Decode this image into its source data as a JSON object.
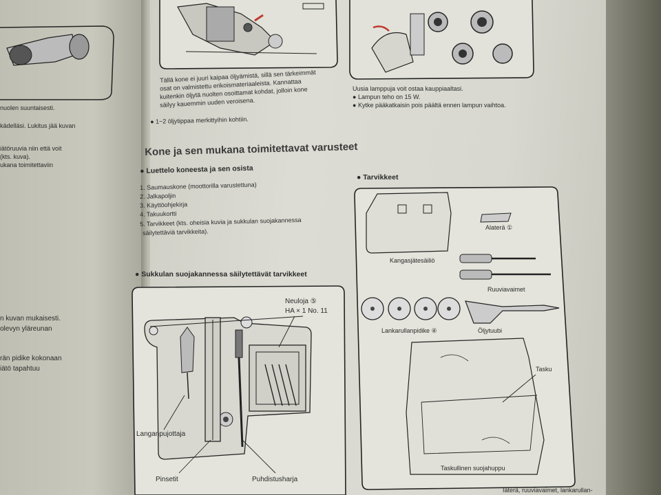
{
  "left_page": {
    "lines": [
      "nuolen suuntaisesti.",
      "kädelläsi. Lukitus jää kuvan",
      "iätöruuvia niin että voit",
      "(kts. kuva).",
      "ukana toimitettaviin",
      "n kuvan mukaisesti.",
      "olevyn yläreunan",
      "rän pidike kokonaan",
      "iätö tapahtuu"
    ]
  },
  "top_left_caption": {
    "lines": [
      "Tällä kone ei juuri kaipaa öljyämistä, sillä sen tärkeimmät",
      "osat on valmistettu erikoismateriaaleista. Kannattaa",
      "kuitenkin öljytä nuolten osoittamat kohdat, jolloin kone",
      "säilyy kauemmin uuden veroisena."
    ],
    "bullet": "1~2 öljytippaa merkittyihin kohtiin."
  },
  "top_right_caption": {
    "line": "Uusia lamppuja voit ostaa kauppiaaltasi.",
    "bullets": [
      "Lampun teho on 15 W.",
      "Kytke pääkatkaisin pois päältä ennen lampun vaihtoa."
    ]
  },
  "section_title": "Kone ja sen mukana toimitettavat varusteet",
  "list_section": {
    "title": "Luettelo koneesta ja sen osista",
    "items": [
      "1. Saumauskone (moottorilla varustettuna)",
      "2. Jalkapoljin",
      "3. Käyttöohjekirja",
      "4. Takuukortti",
      "5. Tarvikkeet (kts. oheisia kuvia ja sukkulan suojakannessa",
      "säilytettäviä tarvikkeita)."
    ]
  },
  "cover_section": {
    "title": "Sukkulan suojakannessa säilytettävät tarvikkeet",
    "labels": {
      "needles": "Neuloja ⑤",
      "needles_type": "HA × 1 No. 11",
      "threader": "Langanpujottaja",
      "tweezers": "Pinsetit",
      "brush": "Puhdistusharja"
    }
  },
  "accessories": {
    "title": "Tarvikkeet",
    "labels": {
      "waste": "Kangasjätesäiliö",
      "underplate": "Alaterä ①",
      "screwdrivers": "Ruuviavaimet",
      "spool_holder": "Lankarullanpidike ④",
      "oiler": "Öljytuubi",
      "pocket": "Tasku",
      "cover": "Taskullinen suojahuppu"
    }
  },
  "bottom_fragment": "Iäterä, ruuviavaimet, lankarullan-",
  "colors": {
    "page": "#d8d8d0",
    "ink": "#2a2a2a",
    "accent_red": "#c0392b"
  }
}
